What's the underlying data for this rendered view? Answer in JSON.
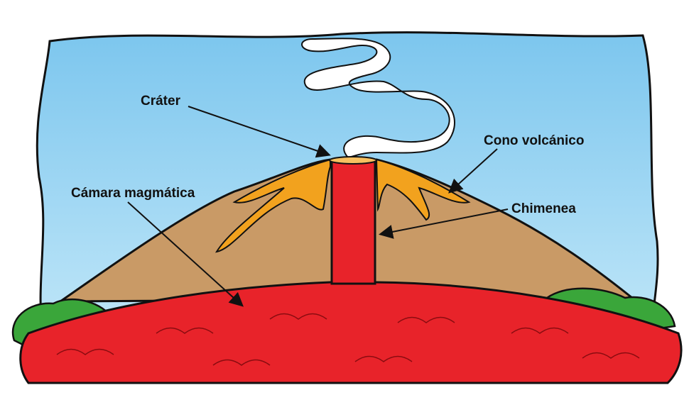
{
  "diagram": {
    "labels": {
      "crater": "Cráter",
      "cone": "Cono volcánico",
      "chimney": "Chimenea",
      "magma_chamber": "Cámara magmática"
    },
    "colors": {
      "sky": "#8fd0f0",
      "cone": "#c99a66",
      "lava_orange": "#f2a21e",
      "magma": "#e8232a",
      "bush": "#3aa63a",
      "smoke": "#ffffff"
    }
  }
}
